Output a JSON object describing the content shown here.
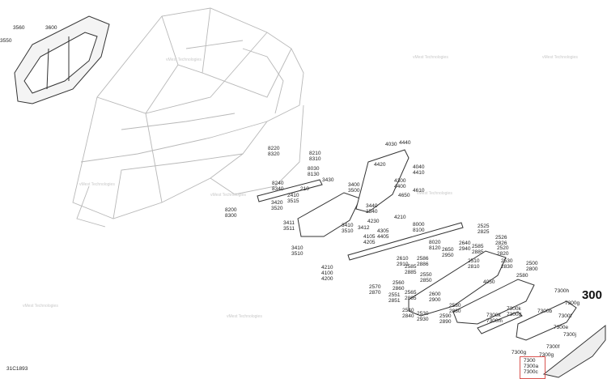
{
  "page_number": "300",
  "drawing_ref": "31C1893",
  "watermark": "vMest Technologies",
  "highlighted_part": {
    "label": "7300\n7300a\n7300c"
  },
  "callouts": [
    "3560",
    "3600",
    "3550",
    "8220\n8320",
    "8210\n8310",
    "8030\n8130",
    "8240\n8340",
    "3430",
    "3400\n3500",
    "2410\n3515",
    "210",
    "3420\n3520",
    "8200\n8300",
    "3440\n3540",
    "3410\n3510",
    "3412",
    "3411\n3511",
    "3410\n3510",
    "4030",
    "4440",
    "4420",
    "4040\n4410",
    "4300\n4400",
    "4650",
    "4610",
    "4210",
    "4230",
    "4305\n4405",
    "4105\n4205",
    "4210\n4100\n4200",
    "8000\n8100",
    "8020\n8120",
    "2525\n2825",
    "2526\n2826",
    "2640\n2940",
    "2585\n2885",
    "2520\n2820",
    "2650\n2950",
    "2510\n2810",
    "2530\n2830",
    "2586\n2886",
    "2610\n2910",
    "2585\n2885",
    "2550\n2850",
    "2500\n2800",
    "4050",
    "2580",
    "2560\n2860",
    "2570\n2870",
    "2551\n2851",
    "2565\n2865",
    "2600\n2900",
    "2540\n2840",
    "2530\n2930",
    "2580\n2880",
    "2590\n2890",
    "7300h",
    "7300g",
    "7300k\n7300d",
    "7300k\n7300m",
    "7300b",
    "7300f",
    "7300e",
    "7300j",
    "7300g",
    "7300f",
    "7300g"
  ]
}
